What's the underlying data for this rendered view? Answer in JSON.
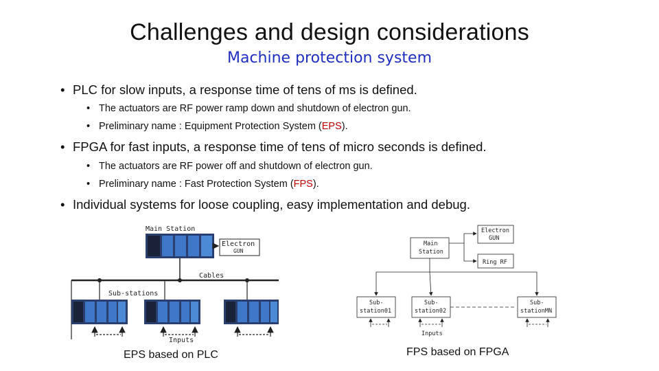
{
  "slide": {
    "title": "Challenges and design considerations",
    "subtitle": "Machine protection system"
  },
  "bullets": [
    {
      "text": "PLC for slow inputs, a response time of tens of ms is defined.",
      "subs": [
        {
          "text": "The actuators are RF power ramp down and shutdown of electron gun."
        },
        {
          "pre": "Preliminary name : Equipment Protection System (",
          "hl": "EPS",
          "post": ")."
        }
      ]
    },
    {
      "text": "FPGA for fast inputs, a response time of tens of micro seconds is defined.",
      "subs": [
        {
          "text": "The actuators are RF power off and shutdown of electron gun."
        },
        {
          "pre": "Preliminary name : Fast Protection System (",
          "hl": "FPS",
          "post": ")."
        }
      ]
    },
    {
      "text": "Individual systems for loose coupling, easy implementation and debug."
    }
  ],
  "bullet_glyph": "•",
  "highlight_color": "#c00000",
  "subtitle_color": "#1f2fbf",
  "eps_diagram": {
    "main_station": "Main Station",
    "electron_box": "Electron",
    "gun_label": "GUN",
    "cables": "Cables",
    "sub_stations": "Sub-stations",
    "inputs": "Inputs",
    "caption": "EPS based on PLC"
  },
  "fps_diagram": {
    "electron_gun_1": "Electron",
    "electron_gun_2": "GUN",
    "main_station_1": "Main",
    "main_station_2": "Station",
    "ring_rf": "Ring RF",
    "sub1_a": "Sub-",
    "sub1_b": "station01",
    "sub2_a": "Sub-",
    "sub2_b": "station02",
    "subn_a": "Sub-",
    "subn_b": "stationMN",
    "inputs": "Inputs",
    "caption": "FPS based on FPGA"
  }
}
